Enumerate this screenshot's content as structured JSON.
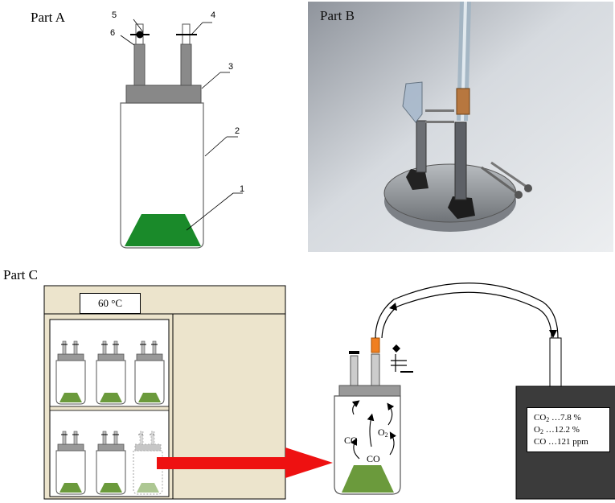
{
  "panels": {
    "part_a": {
      "title": "Part A",
      "callouts": [
        "1",
        "2",
        "3",
        "4",
        "5",
        "6"
      ]
    },
    "part_b": {
      "title": "Part B"
    },
    "part_c": {
      "title": "Part C"
    }
  },
  "oven": {
    "temperature": "60 °C"
  },
  "jar": {
    "gas_labels": [
      "CO",
      "O",
      "CO"
    ],
    "o2_subscript": "2"
  },
  "analyzer": {
    "rows": [
      {
        "gas": "CO",
        "sub": "2",
        "reading": "…7.8 %"
      },
      {
        "gas": "O",
        "sub": "2",
        "reading": "…12.2 %"
      },
      {
        "gas": "CO",
        "sub": "",
        "reading": "…121 ppm"
      }
    ]
  },
  "colors": {
    "powder": "#1a8a2a",
    "powder_c": "#6b9a3c",
    "oven_fill": "#ece4cc",
    "valve_orange": "#f07f20",
    "arrow_red": "#ee1111",
    "analyzer_body": "#3b3b3b"
  }
}
